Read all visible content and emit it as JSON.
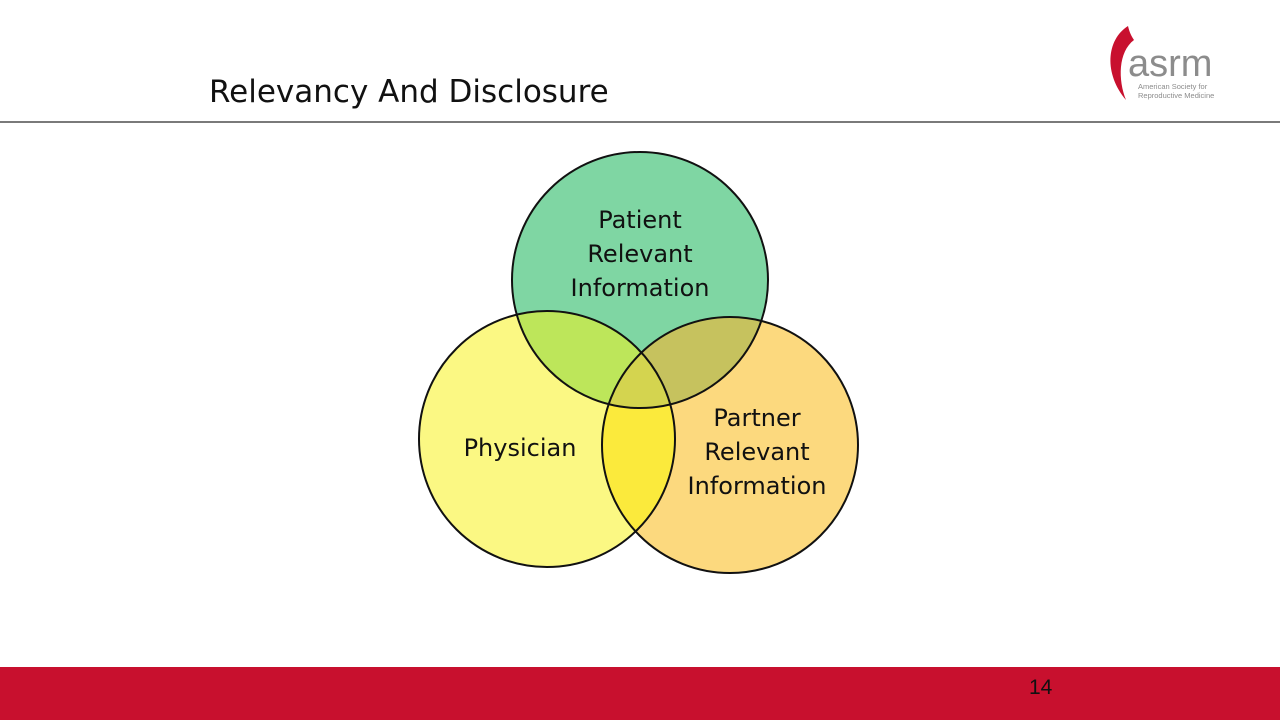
{
  "slide": {
    "title": "Relevancy And Disclosure",
    "page_number": "14"
  },
  "logo": {
    "wordmark": "asrm",
    "tagline_line1": "American Society for",
    "tagline_line2": "Reproductive Medicine",
    "brand_color": "#c8102e"
  },
  "venn": {
    "top": {
      "lines": [
        "Patient",
        "Relevant",
        "Information"
      ],
      "color": "#7fd6a3"
    },
    "left": {
      "lines": [
        "Physician"
      ],
      "color": "#fbf883"
    },
    "right": {
      "lines": [
        "Partner",
        "Relevant",
        "Information"
      ],
      "color": "#fcd97e"
    },
    "overlap_colors": {
      "top_left": "#bde65a",
      "top_right": "#c6c25e",
      "left_right": "#fbea3c",
      "center": "#d4d44f"
    }
  },
  "footer": {
    "bar_color": "#c8102e"
  }
}
